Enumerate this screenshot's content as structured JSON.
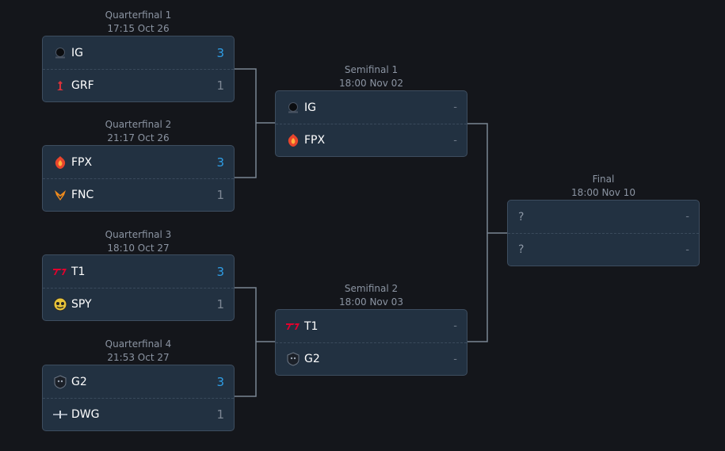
{
  "quarterfinals": [
    {
      "title": "Quarterfinal 1",
      "time": "17:15 Oct 26",
      "teams": [
        {
          "name": "IG",
          "score": "3",
          "icon": "ig-logo-icon"
        },
        {
          "name": "GRF",
          "score": "1",
          "icon": "grf-logo-icon"
        }
      ]
    },
    {
      "title": "Quarterfinal 2",
      "time": "21:17 Oct 26",
      "teams": [
        {
          "name": "FPX",
          "score": "3",
          "icon": "fpx-logo-icon"
        },
        {
          "name": "FNC",
          "score": "1",
          "icon": "fnc-logo-icon"
        }
      ]
    },
    {
      "title": "Quarterfinal 3",
      "time": "18:10 Oct 27",
      "teams": [
        {
          "name": "T1",
          "score": "3",
          "icon": "t1-logo-icon"
        },
        {
          "name": "SPY",
          "score": "1",
          "icon": "spy-logo-icon"
        }
      ]
    },
    {
      "title": "Quarterfinal 4",
      "time": "21:53 Oct 27",
      "teams": [
        {
          "name": "G2",
          "score": "3",
          "icon": "g2-logo-icon"
        },
        {
          "name": "DWG",
          "score": "1",
          "icon": "dwg-logo-icon"
        }
      ]
    }
  ],
  "semifinals": [
    {
      "title": "Semifinal 1",
      "time": "18:00 Nov 02",
      "teams": [
        {
          "name": "IG",
          "score": "-",
          "icon": "ig-logo-icon"
        },
        {
          "name": "FPX",
          "score": "-",
          "icon": "fpx-logo-icon"
        }
      ]
    },
    {
      "title": "Semifinal 2",
      "time": "18:00 Nov 03",
      "teams": [
        {
          "name": "T1",
          "score": "-",
          "icon": "t1-logo-icon"
        },
        {
          "name": "G2",
          "score": "-",
          "icon": "g2-logo-icon"
        }
      ]
    }
  ],
  "final": {
    "title": "Final",
    "time": "18:00 Nov 10",
    "teams": [
      {
        "name": "?",
        "score": "-"
      },
      {
        "name": "?",
        "score": "-"
      }
    ]
  },
  "colors": {
    "background": "#14161b",
    "card": "#223141",
    "win_score": "#2f9ee6",
    "connector": "#7a8593"
  }
}
